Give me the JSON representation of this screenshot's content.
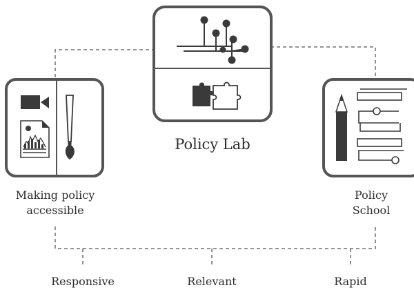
{
  "colors": {
    "line": "#555555",
    "icon": "#3a3a3a",
    "text": "#2d2d2d"
  },
  "center_node": {
    "label": "Policy Lab",
    "icons": [
      "node-tree-icon",
      "puzzle-icon"
    ]
  },
  "left_node": {
    "label_line1": "Making policy",
    "label_line2": "accessible",
    "icons": [
      "video-camera-icon",
      "chart-document-icon",
      "paintbrush-icon"
    ]
  },
  "right_node": {
    "label_line1": "Policy",
    "label_line2": "School",
    "icons": [
      "pencil-icon",
      "flow-path-icon"
    ]
  },
  "bottom_labels": [
    "Responsive",
    "Relevant",
    "Rapid"
  ]
}
